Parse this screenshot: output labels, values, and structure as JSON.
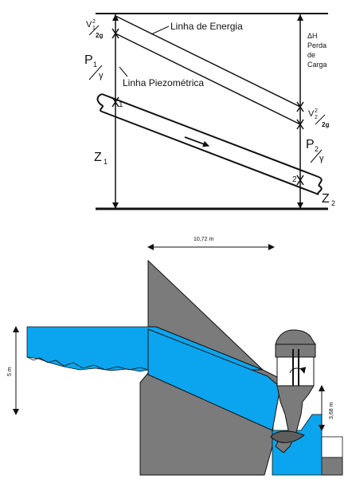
{
  "colors": {
    "ink": "#111111",
    "water": "#0aa5ee",
    "concrete": "#7b7b7b",
    "concrete_dark": "#5e5e5e",
    "background": "#ffffff"
  },
  "bernoulli_diagram": {
    "energy_line_label": "Linha de Energia",
    "piezometric_line_label": "Linha Piezométrica",
    "head_loss_symbol": "ΔH",
    "head_loss_label_1": "Perda",
    "head_loss_label_2": "de",
    "head_loss_label_3": "Carga",
    "velocity_head_1_num": "V",
    "velocity_head_1_sub": "1",
    "velocity_head_1_sup": "2",
    "velocity_head_1_den": "2g",
    "velocity_head_2_num": "V",
    "velocity_head_2_sub": "2",
    "velocity_head_2_sup": "2",
    "velocity_head_2_den": "2g",
    "pressure_head_1": "P",
    "pressure_head_1_sub": "1",
    "pressure_head_1_den": "γ",
    "pressure_head_2": "P",
    "pressure_head_2_sub": "2",
    "pressure_head_2_den": "γ",
    "elevation_1": "Z",
    "elevation_1_sub": "1",
    "elevation_2": "Z",
    "elevation_2_sub": "2",
    "section_1": "1",
    "section_2": "2"
  },
  "dam_diagram": {
    "horizontal_dimension": "10,72 m",
    "vertical_dimension_left": "5 m",
    "vertical_dimension_right": "3,68 m"
  }
}
